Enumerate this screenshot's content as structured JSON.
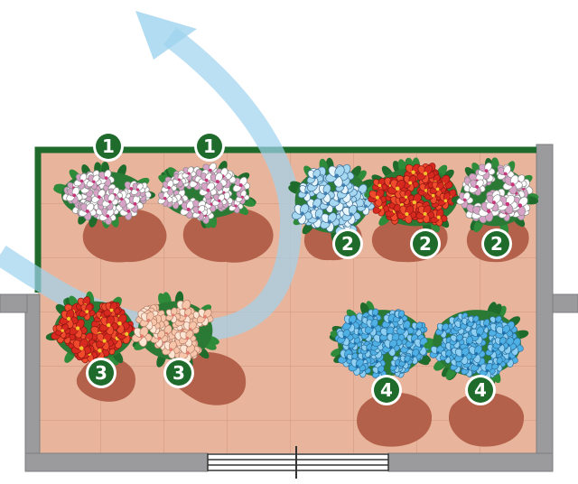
{
  "colors": {
    "background": "#ffffff",
    "wall": "#9b9b9d",
    "wall_edge": "#7e7e80",
    "railing": "#1f6b2c",
    "floor": "#e8b59c",
    "tile_line": "#d79f86",
    "shadow": "#b3614a",
    "arrow": "#9fd3ee",
    "badge": "#1f6b2c"
  },
  "badges": {
    "planter_1a": "1",
    "planter_1b": "1",
    "planter_2a": "2",
    "planter_2b": "2",
    "planter_2c": "2",
    "planter_3a": "3",
    "planter_3b": "3",
    "planter_4a": "4",
    "planter_4b": "4"
  },
  "flowers": {
    "group_1": "white-pink-flowers",
    "group_2a": "light-blue-flowers",
    "group_2b": "red-flowers",
    "group_2c": "white-pink-flowers",
    "group_3a": "red-flowers",
    "group_3b": "peach-flowers",
    "group_4": "blue-hydrangea"
  }
}
